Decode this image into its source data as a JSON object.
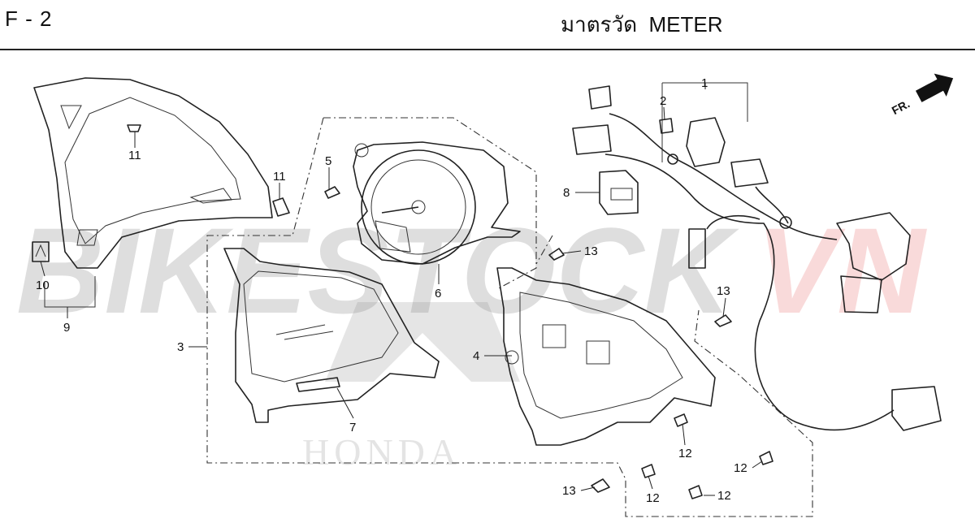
{
  "header": {
    "code": "F - 2",
    "title": "มาตรวัด  METER"
  },
  "watermark": {
    "text_dark": "BIKESTOCK",
    "text_red": "VN",
    "logo_text": "HONDA",
    "colors": {
      "dark": "#3a3a3a",
      "red": "#e02020"
    }
  },
  "direction": {
    "label": "FR."
  },
  "callouts": {
    "c1": "1",
    "c2": "2",
    "c3": "3",
    "c4": "4",
    "c5": "5",
    "c6": "6",
    "c7": "7",
    "c8": "8",
    "c9": "9",
    "c10": "10",
    "c11a": "11",
    "c11b": "11",
    "c12a": "12",
    "c12b": "12",
    "c12c": "12",
    "c12d": "12",
    "c13a": "13",
    "c13b": "13",
    "c13c": "13"
  }
}
